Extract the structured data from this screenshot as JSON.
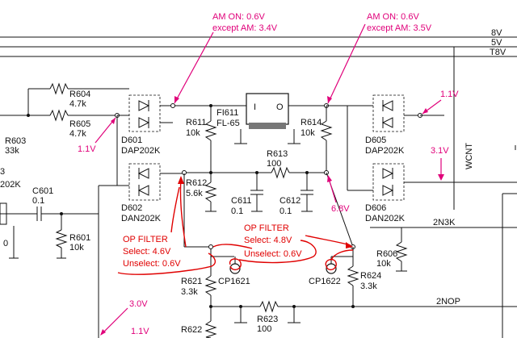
{
  "colors": {
    "wire": "#111111",
    "annotation": "#e0007a",
    "handwritten": "#e00000"
  },
  "annotations": {
    "am_left_1": "AM ON: 0.6V",
    "am_left_2": "except AM: 3.4V",
    "am_right_1": "AM ON: 0.6V",
    "am_right_2": "except AM: 3.5V",
    "v_1_1_right": "1.1V",
    "v_1_1_left": "1.1V",
    "v_3_1": "3.1V",
    "v_6_8": "6.8V",
    "v_3_0": "3.0V",
    "v_1_1_bottom": "1.1V"
  },
  "handwritten": {
    "op_left_title": "OP FILTER",
    "op_left_select": "Select: 4.6V",
    "op_left_unselect": "Unselect: 0.6V",
    "op_right_title": "OP FILTER",
    "op_right_select": "Select: 4.8V",
    "op_right_unselect": "Unselect: 0.6V"
  },
  "rails": {
    "r8v": "8V",
    "r5v": "5V",
    "rt8v": "T8V",
    "wcnt": "WCNT",
    "n2n3k": "2N3K",
    "n2nop": "2NOP"
  },
  "components": {
    "r604_name": "R604",
    "r604_val": "4.7k",
    "r605_name": "R605",
    "r605_val": "4.7k",
    "r603_name": "R603",
    "r603_val": "33k",
    "d601_name": "D601",
    "d601_val": "DAP202K",
    "d602_name": "D602",
    "d602_val": "DAN202K",
    "partial_202k": "202K",
    "c601_name": "C601",
    "c601_val": "0.1",
    "r601_name": "R601",
    "r601_val": "10k",
    "r611_name": "R611",
    "r611_val": "10k",
    "fi611_name": "FI611",
    "fi611_val": "FL-65",
    "fi611_pin_i": "I",
    "fi611_pin_o": "O",
    "r614_name": "R614",
    "r614_val": "10k",
    "r613_name": "R613",
    "r613_val": "100",
    "r612_name": "R612",
    "r612_val": "5.6k",
    "c611_name": "C611",
    "c611_val": "0.1",
    "c612_name": "C612",
    "c612_val": "0.1",
    "d605_name": "D605",
    "d605_val": "DAP202K",
    "d606_name": "D606",
    "d606_val": "DAN202K",
    "r606_name": "R606",
    "r606_val": "10k",
    "r621_name": "R621",
    "r621_val": "3.3k",
    "cp1621": "CP1621",
    "cp1622": "CP1622",
    "r624_name": "R624",
    "r624_val": "3.3k",
    "r623_name": "R623",
    "r623_val": "100",
    "r622_name": "R622",
    "partial_0": "0",
    "partial_3": "3"
  }
}
